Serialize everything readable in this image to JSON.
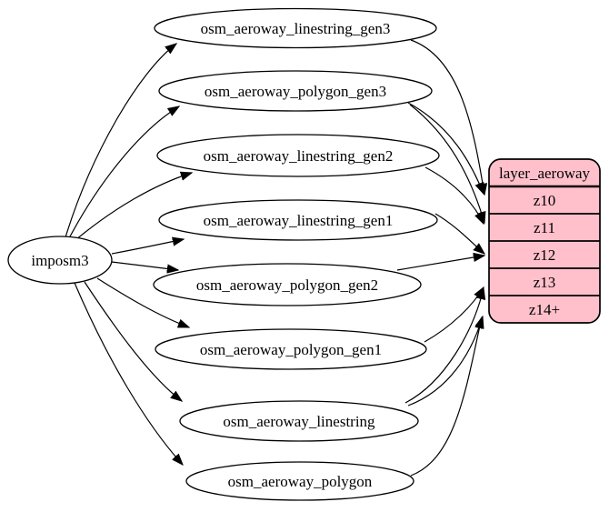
{
  "diagram": {
    "kind": "etl-graph",
    "background_color": "#ffffff",
    "edge_color": "#000000",
    "source_node": {
      "label": "imposm3"
    },
    "tables": [
      {
        "label": "osm_aeroway_linestring_gen3"
      },
      {
        "label": "osm_aeroway_polygon_gen3"
      },
      {
        "label": "osm_aeroway_linestring_gen2"
      },
      {
        "label": "osm_aeroway_linestring_gen1"
      },
      {
        "label": "osm_aeroway_polygon_gen2"
      },
      {
        "label": "osm_aeroway_polygon_gen1"
      },
      {
        "label": "osm_aeroway_linestring"
      },
      {
        "label": "osm_aeroway_polygon"
      }
    ],
    "layer_node": {
      "title": "layer_aeroway",
      "zoom_rows": [
        "z10",
        "z11",
        "z12",
        "z13",
        "z14+"
      ],
      "fill_color": "#ffc0cb",
      "stroke_color": "#000000"
    },
    "edges": [
      {
        "from": "imposm3",
        "to": "osm_aeroway_linestring_gen3"
      },
      {
        "from": "imposm3",
        "to": "osm_aeroway_polygon_gen3"
      },
      {
        "from": "imposm3",
        "to": "osm_aeroway_linestring_gen2"
      },
      {
        "from": "imposm3",
        "to": "osm_aeroway_linestring_gen1"
      },
      {
        "from": "imposm3",
        "to": "osm_aeroway_polygon_gen2"
      },
      {
        "from": "imposm3",
        "to": "osm_aeroway_polygon_gen1"
      },
      {
        "from": "imposm3",
        "to": "osm_aeroway_linestring"
      },
      {
        "from": "imposm3",
        "to": "osm_aeroway_polygon"
      },
      {
        "from": "osm_aeroway_linestring_gen3",
        "to": "layer_aeroway.z10"
      },
      {
        "from": "osm_aeroway_polygon_gen3",
        "to": "layer_aeroway.z10"
      },
      {
        "from": "osm_aeroway_polygon_gen3",
        "to": "layer_aeroway.z11"
      },
      {
        "from": "osm_aeroway_linestring_gen2",
        "to": "layer_aeroway.z11"
      },
      {
        "from": "osm_aeroway_linestring_gen1",
        "to": "layer_aeroway.z12"
      },
      {
        "from": "osm_aeroway_polygon_gen2",
        "to": "layer_aeroway.z12"
      },
      {
        "from": "osm_aeroway_polygon_gen1",
        "to": "layer_aeroway.z13"
      },
      {
        "from": "osm_aeroway_linestring",
        "to": "layer_aeroway.z13"
      },
      {
        "from": "osm_aeroway_linestring",
        "to": "layer_aeroway.z14+"
      },
      {
        "from": "osm_aeroway_polygon",
        "to": "layer_aeroway.z14+"
      }
    ]
  }
}
